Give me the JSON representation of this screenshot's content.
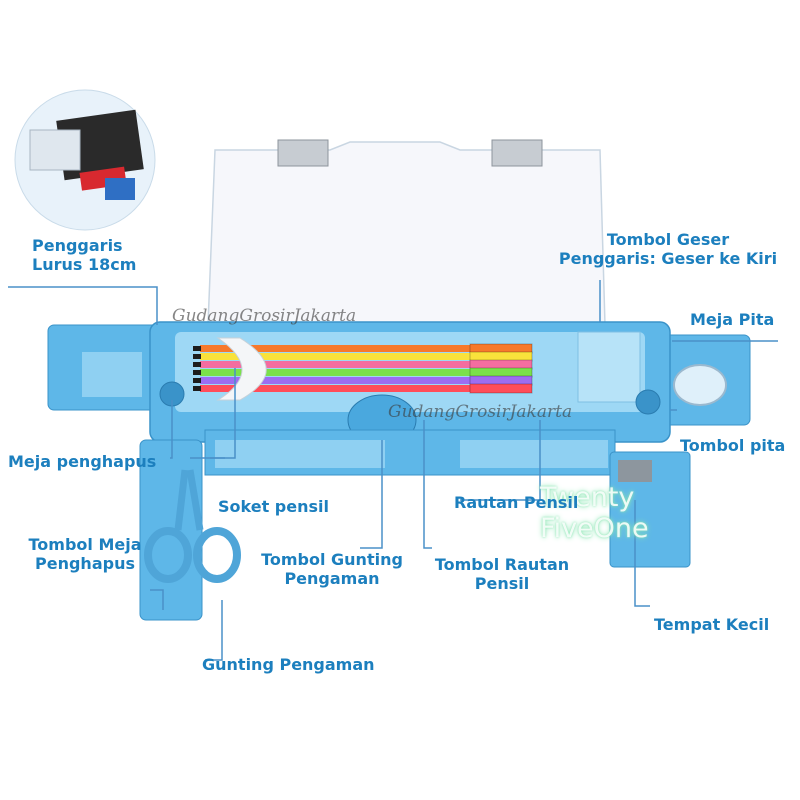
{
  "labels": {
    "penggaris": "Penggaris\nLurus 18cm",
    "tombol_geser": "Tombol Geser\nPenggaris: Geser ke Kiri",
    "meja_pita": "Meja Pita",
    "tombol_pita": "Tombol pita",
    "meja_penghapus": "Meja penghapus",
    "soket_pensil": "Soket pensil",
    "rautan_pensil": "Rautan Pensil",
    "tombol_meja_penghapus": "Tombol Meja\nPenghapus",
    "tombol_gunting": "Tombol Gunting\nPengaman",
    "tombol_rautan": "Tombol Rautan\nPensil",
    "tempat_kecil": "Tempat Kecil",
    "gunting_pengaman": "Gunting Pengaman"
  },
  "watermarks": {
    "gudang_1": "GudangGrosirJakarta",
    "gudang_2": "GudangGrosirJakarta",
    "twenty_five_one": "Twenty\nFiveOne"
  },
  "colors": {
    "label": "#1c7fbe",
    "case_blue": "#5eb7e8",
    "case_dark": "#3a93c9",
    "lid_white": "#f4f6fa",
    "leader_line": "#4a90c8"
  },
  "pens": [
    "#f7792b",
    "#f9e23b",
    "#f46da0",
    "#7be04b",
    "#9d6df1",
    "#ff4d5a"
  ]
}
